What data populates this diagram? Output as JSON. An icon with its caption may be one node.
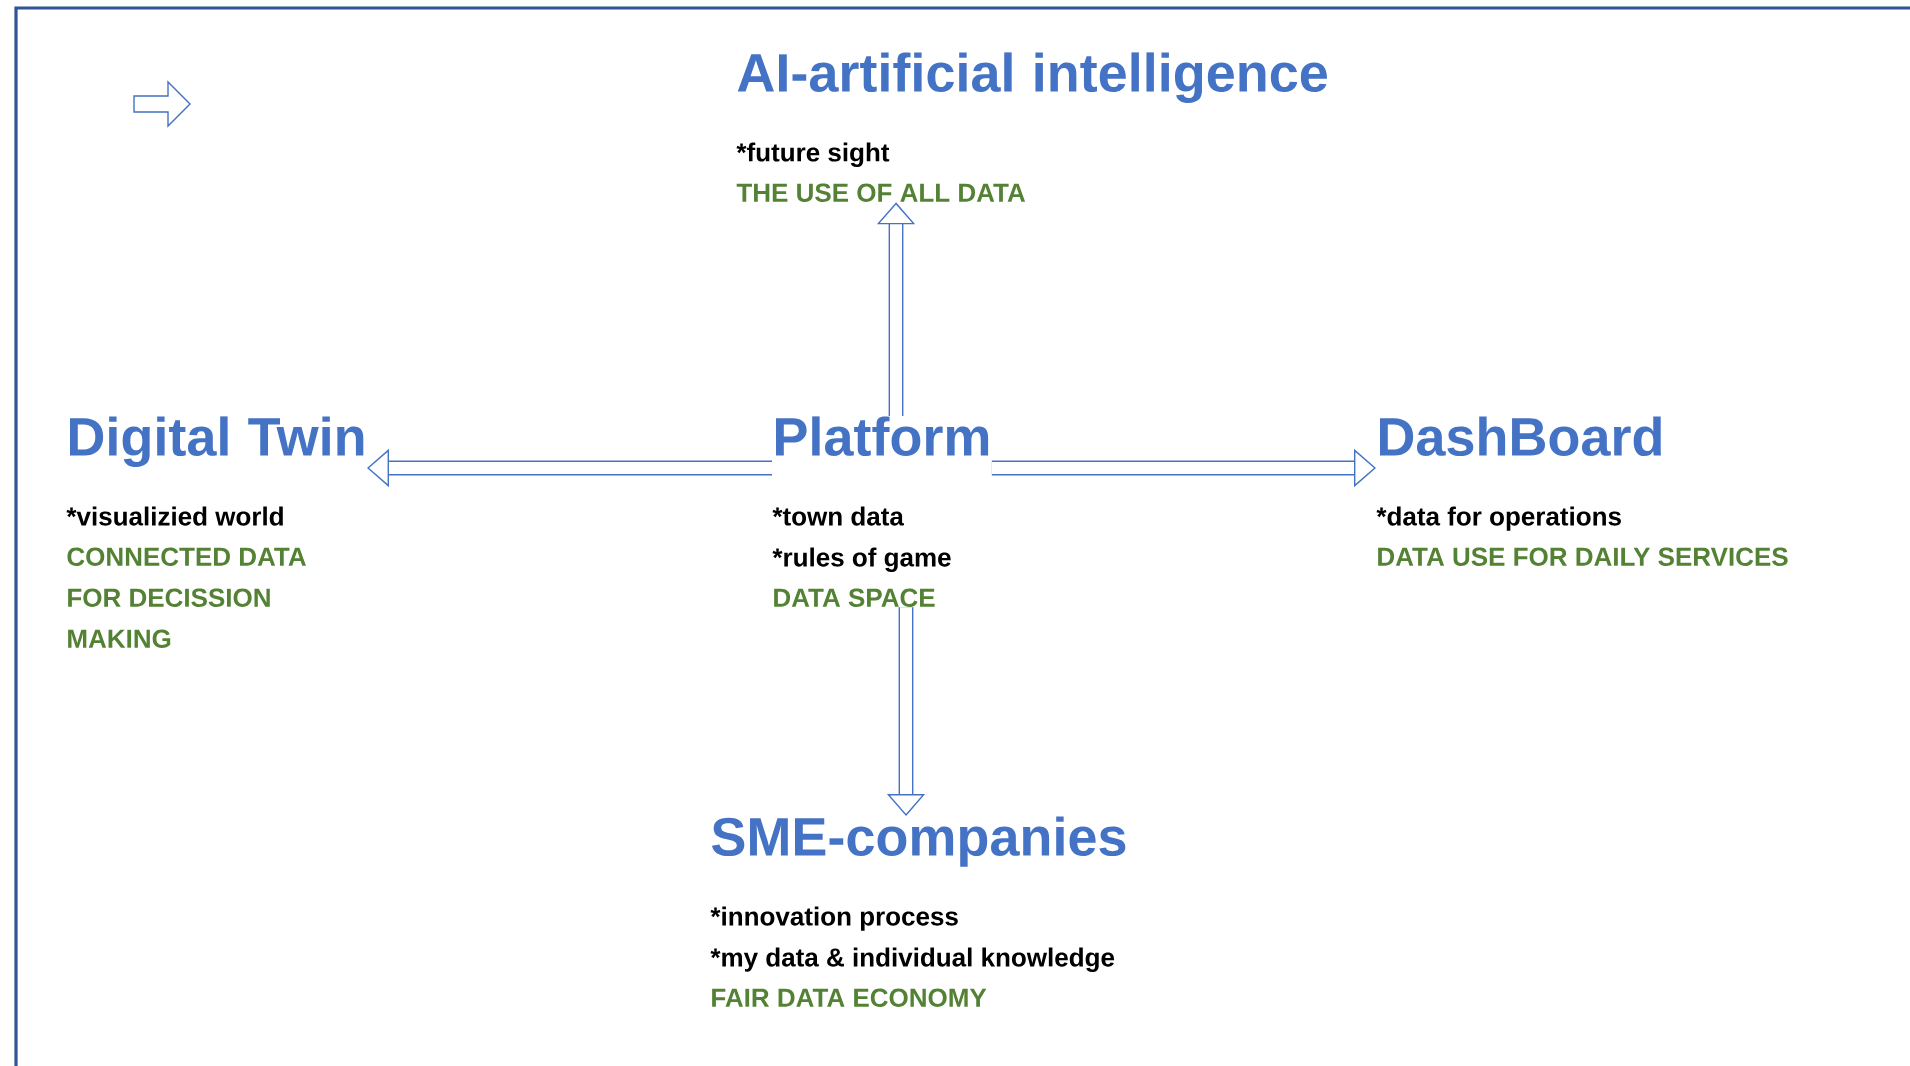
{
  "diagram": {
    "nodes": [
      {
        "text": [
          "AI-artificial intelligence",
          "*future sight",
          "THE USE OF ALL DATA"
        ]
      },
      {
        "text": [
          "Digital Twin",
          "*visualizied world",
          "CONNECTED DATA FOR DECISSION MAKING"
        ]
      },
      {
        "text": [
          "Platform",
          "*town data",
          "*rules of game",
          "DATA SPACE"
        ]
      },
      {
        "text": [
          "DashBoard",
          "*data for operations",
          "DATA USE FOR DAILY SERVICES"
        ]
      },
      {
        "text": [
          "SME-companies",
          "*innovation process",
          "*my data & individual knowledge",
          "FAIR DATA ECONOMY"
        ]
      }
    ],
    "edges": [
      {
        "from": 2,
        "to": 0,
        "arrow": "to"
      },
      {
        "from": 2,
        "to": 1,
        "arrow": "to"
      },
      {
        "from": 2,
        "to": 3,
        "arrow": "to"
      },
      {
        "from": 2,
        "to": 4,
        "arrow": "to"
      }
    ]
  }
}
